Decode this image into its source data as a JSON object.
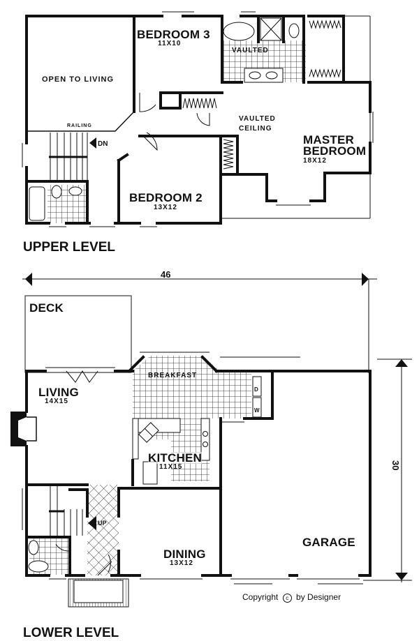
{
  "upper_level": {
    "title": "UPPER LEVEL",
    "rooms": {
      "open_to_living": "OPEN TO LIVING",
      "bedroom3": {
        "name": "BEDROOM 3",
        "size": "11X10"
      },
      "vaulted_bath": "VAULTED",
      "vaulted_ceiling_line1": "VAULTED",
      "vaulted_ceiling_line2": "CEILING",
      "master": {
        "name_line1": "MASTER",
        "name_line2": "BEDROOM",
        "size": "18X12"
      },
      "bedroom2": {
        "name": "BEDROOM 2",
        "size": "13X12"
      }
    },
    "railing": "RAILING",
    "stairs": "DN"
  },
  "lower_level": {
    "title": "LOWER LEVEL",
    "rooms": {
      "deck": "DECK",
      "living": {
        "name": "LIVING",
        "size": "14X15"
      },
      "breakfast": "BREAKFAST",
      "kitchen": {
        "name": "KITCHEN",
        "size": "11X15"
      },
      "dining": {
        "name": "DINING",
        "size": "13X12"
      },
      "garage": "GARAGE",
      "dryer": "D",
      "washer": "W"
    },
    "stairs": "UP"
  },
  "dimensions": {
    "width": "46",
    "depth": "30"
  },
  "copyright": {
    "prefix": "Copyright",
    "symbol": "c",
    "suffix": "by Designer"
  }
}
